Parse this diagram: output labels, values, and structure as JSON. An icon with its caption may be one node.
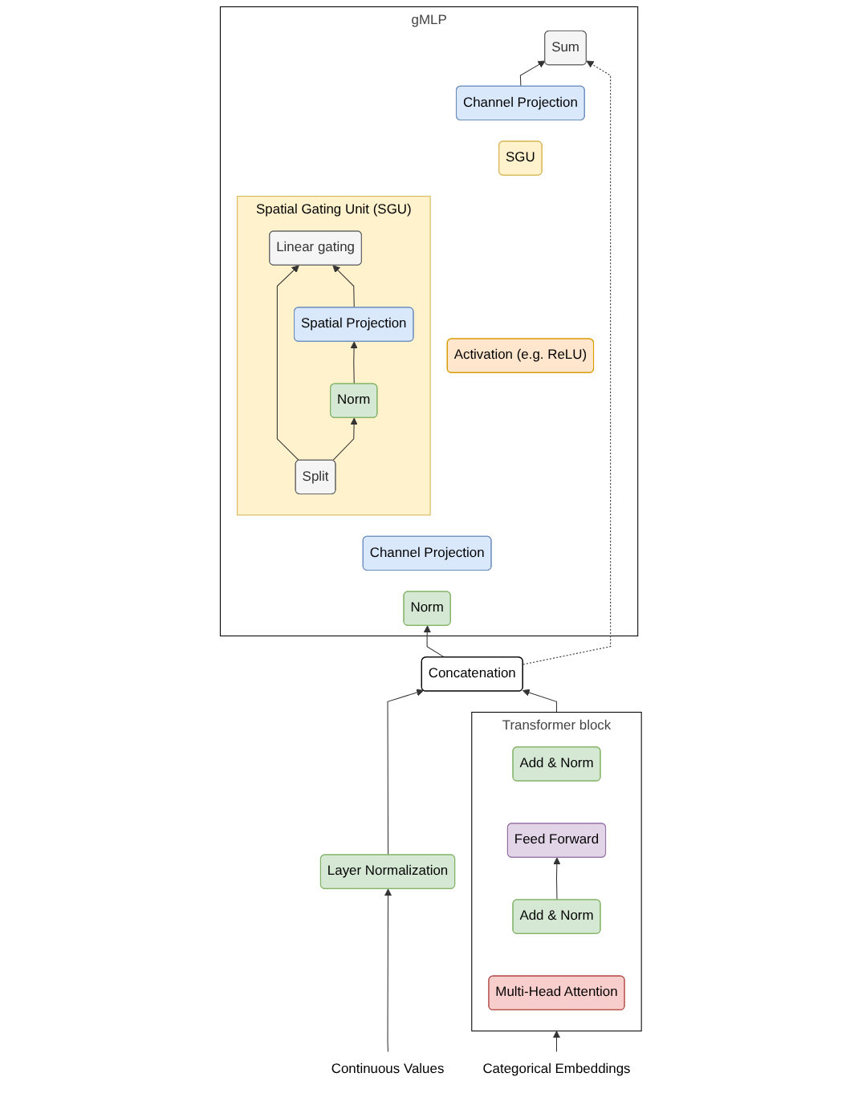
{
  "diagram": {
    "nodes": [
      {
        "text": [
          "gMLP"
        ]
      },
      {
        "text": [
          "Sum"
        ],
        "in": 0
      },
      {
        "text": [
          "Channel Projection"
        ],
        "in": 0
      },
      {
        "text": [
          "SGU"
        ],
        "in": 0
      },
      {
        "text": [
          "Activation (e.g. ReLU)"
        ],
        "in": 0
      },
      {
        "text": [
          "Channel Projection"
        ],
        "in": 0
      },
      {
        "text": [
          "Norm"
        ],
        "in": 0
      },
      {
        "text": [
          "Spatial Gating Unit (SGU)"
        ],
        "in": 0
      },
      {
        "text": [
          "Linear gating"
        ],
        "in": 7
      },
      {
        "text": [
          "Spatial Projection"
        ],
        "in": 7
      },
      {
        "text": [
          "Norm"
        ],
        "in": 7
      },
      {
        "text": [
          "Split"
        ],
        "in": 7
      },
      {
        "text": [
          "Concatenation"
        ]
      },
      {
        "text": [
          "Transformer block"
        ]
      },
      {
        "text": [
          "Add & Norm"
        ],
        "in": 13
      },
      {
        "text": [
          "Feed Forward"
        ],
        "in": 13
      },
      {
        "text": [
          "Add & Norm"
        ],
        "in": 13
      },
      {
        "text": [
          "Multi-Head Attention"
        ],
        "in": 13
      },
      {
        "text": [
          "Layer Normalization"
        ]
      },
      {
        "text": [
          "Categorical Embeddings"
        ]
      },
      {
        "text": [
          "Continuous Values"
        ]
      }
    ],
    "edges": [
      {
        "from": 2,
        "to": 1,
        "arrow": "to"
      },
      {
        "from": 12,
        "to": 6,
        "arrow": "to"
      },
      {
        "from": 12,
        "to": 1,
        "arrow": "to",
        "style": "dashed"
      },
      {
        "from": 11,
        "to": 8,
        "arrow": "to"
      },
      {
        "from": 11,
        "to": 10,
        "arrow": "to"
      },
      {
        "from": 10,
        "to": 9,
        "arrow": "to"
      },
      {
        "from": 9,
        "to": 8,
        "arrow": "to"
      },
      {
        "from": 13,
        "to": 12,
        "arrow": "to"
      },
      {
        "from": 16,
        "to": 15,
        "arrow": "to"
      },
      {
        "from": 19,
        "to": 13,
        "arrow": "to"
      },
      {
        "from": 20,
        "to": 18,
        "arrow": "to"
      },
      {
        "from": 18,
        "to": 12,
        "arrow": "to"
      }
    ]
  }
}
